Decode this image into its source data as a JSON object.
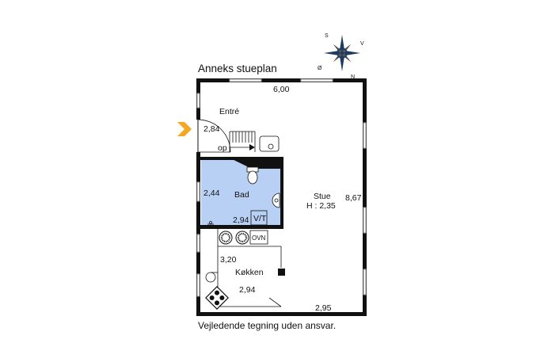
{
  "plan": {
    "title": "Anneks stueplan",
    "disclaimer": "Vejledende tegning uden ansvar.",
    "rooms": {
      "entre": "Entré",
      "bad": "Bad",
      "stue": "Stue",
      "stue_height": "H : 2,35",
      "kokken": "Køkken"
    },
    "dimensions": {
      "top_width": "6,00",
      "right_length": "8,67",
      "entre": "2,84",
      "bad_height": "2,44",
      "bad_width": "2,94",
      "kokken_height": "3,20",
      "kokken_width": "2,94",
      "bottom": "2,95"
    },
    "labels": {
      "stairs": "op",
      "washer_dryer": "V/T",
      "oven": "OVN"
    },
    "compass": {
      "north": "N",
      "south": "S",
      "east": "Ø",
      "west": "V"
    },
    "colors": {
      "bathroom_fill": "#b9d0f5",
      "entrance_arrow": "#f5a623",
      "wall": "#111111",
      "window": "#b8b8b8"
    }
  }
}
